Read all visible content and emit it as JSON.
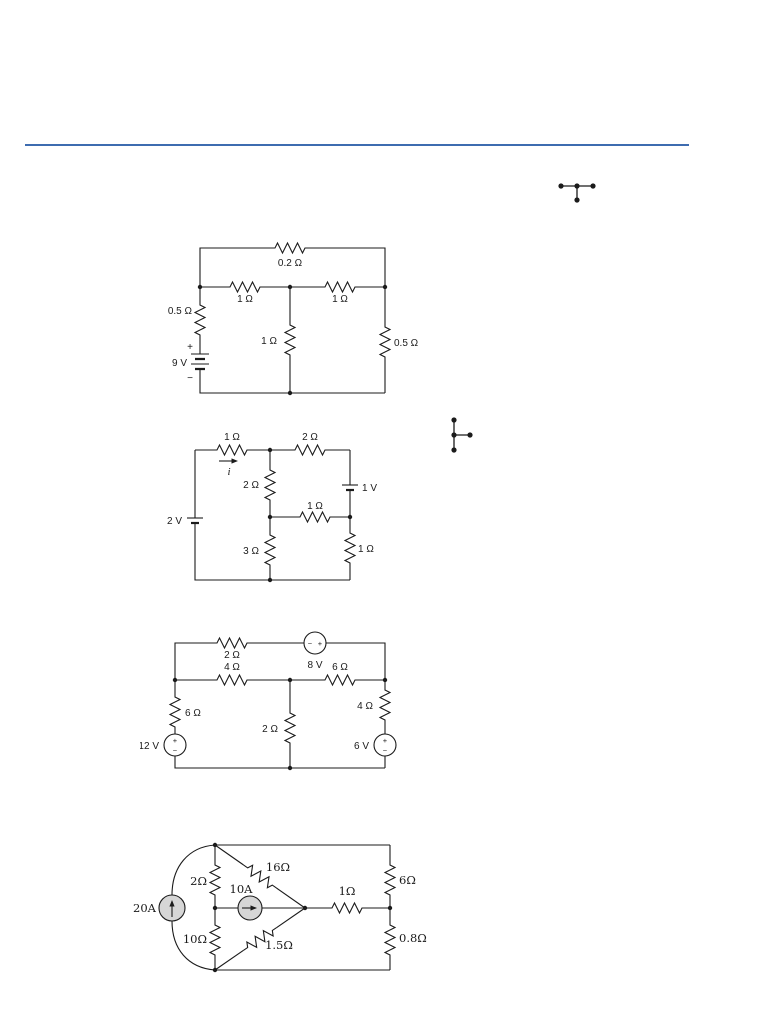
{
  "page": {
    "background": "#ffffff",
    "rule_color": "#3e6cb0"
  },
  "circuit1": {
    "r_top": "0.2 Ω",
    "r_row_left": "1 Ω",
    "r_row_right": "1 Ω",
    "r_left": "0.5 Ω",
    "r_mid": "1 Ω",
    "r_right": "0.5 Ω",
    "source": "9 V",
    "plus": "+",
    "minus": "−"
  },
  "circuit2": {
    "r_top_left": "1 Ω",
    "r_top_right": "2 Ω",
    "current_label": "i",
    "r_mid_vert": "2 Ω",
    "src_right": "1 V",
    "r_mid_horiz": "1 Ω",
    "src_left": "2 V",
    "r_bot_mid": "3 Ω",
    "r_bot_right": "1 Ω"
  },
  "circuit3": {
    "r_top": "2 Ω",
    "src_top": "8 V",
    "r_row_left": "4 Ω",
    "r_row_right": "6 Ω",
    "r_left": "6 Ω",
    "r_mid": "2 Ω",
    "r_right": "4 Ω",
    "src_left": "12 V",
    "src_right": "6 V",
    "plus": "+",
    "minus": "−"
  },
  "circuit4": {
    "src_left": "20A",
    "src_mid": "10A",
    "r_left_top": "2Ω",
    "r_left_bot": "10Ω",
    "r_diag_top": "16Ω",
    "r_diag_bot": "1.5Ω",
    "r_mid": "1Ω",
    "r_right_top": "6Ω",
    "r_right_bot": "0.8Ω"
  }
}
